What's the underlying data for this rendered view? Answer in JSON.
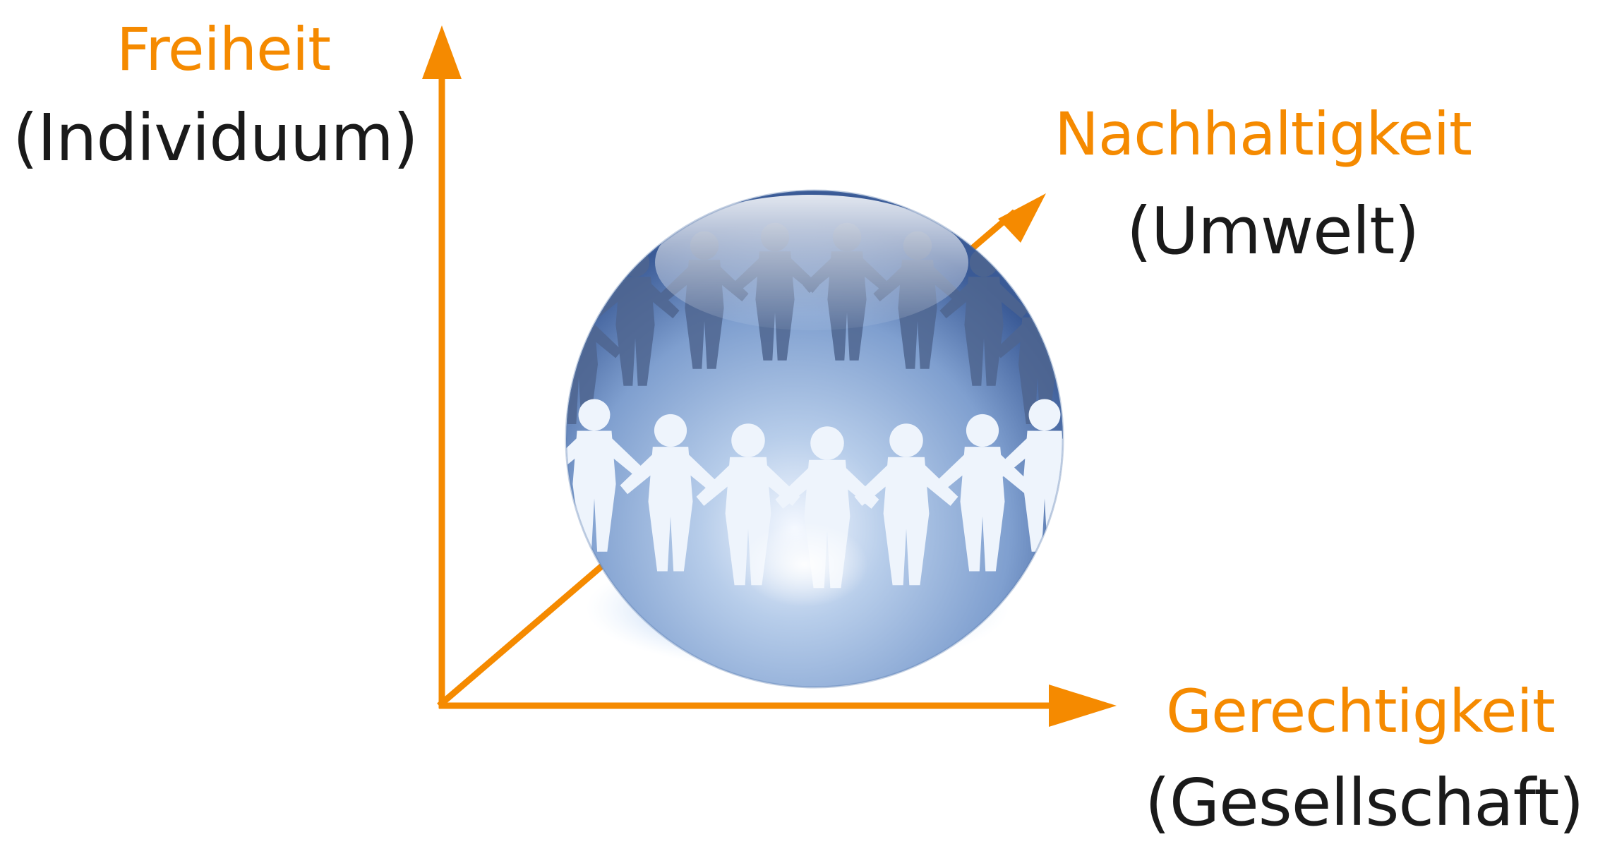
{
  "axes": {
    "vertical": {
      "title": "Freiheit",
      "subtitle": "(Individuum)"
    },
    "depth": {
      "title": "Nachhaltigkeit",
      "subtitle": "(Umwelt)"
    },
    "horizontal": {
      "title": "Gerechtigkeit",
      "subtitle": "(Gesellschaft)"
    }
  },
  "colors": {
    "axis": "#f58a00",
    "subtitle_text": "#1a1a1a",
    "globe_light": "#dbe8f7",
    "globe_mid": "#7f9fcf",
    "globe_dark": "#3a5a96",
    "figures_back": "#4f6690",
    "figures_front": "#eef4fc"
  },
  "center_graphic": {
    "icon": "globe-of-people-holding-hands-icon"
  }
}
